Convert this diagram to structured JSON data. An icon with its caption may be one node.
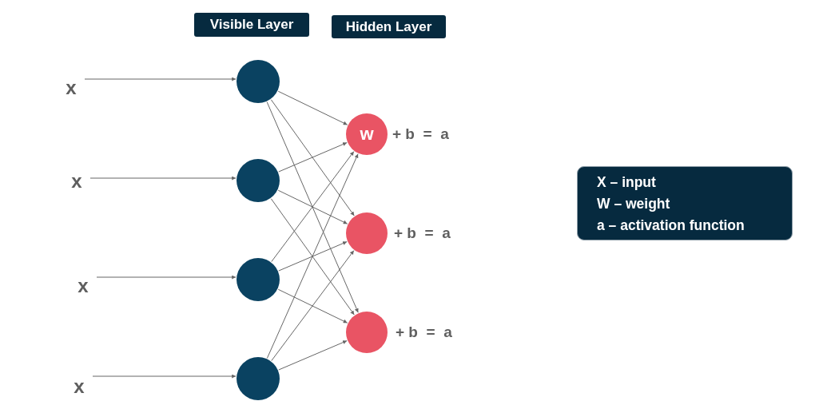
{
  "diagram": {
    "nodes": [
      {
        "text": [
          "Visible Layer"
        ]
      },
      {
        "text": [
          "Hidden Layer"
        ]
      },
      {
        "text": [
          "x"
        ]
      },
      {
        "text": [
          "x"
        ]
      },
      {
        "text": [
          "x"
        ]
      },
      {
        "text": [
          "x"
        ]
      },
      {
        "text": [],
        "shape": "circle"
      },
      {
        "text": [],
        "shape": "circle"
      },
      {
        "text": [],
        "shape": "circle"
      },
      {
        "text": [],
        "shape": "circle"
      },
      {
        "text": [
          "w"
        ],
        "beside": [
          "+ b  =  a"
        ]
      },
      {
        "text": [],
        "shape": "circle",
        "beside": [
          "+ b  =  a"
        ]
      },
      {
        "text": [],
        "shape": "circle",
        "beside": [
          "+ b  =  a"
        ]
      },
      {
        "text": [
          "X – input",
          "W – weight",
          "a – activation function"
        ]
      }
    ],
    "edges": [
      {
        "from": 2,
        "to": 6,
        "arrow": "to"
      },
      {
        "from": 3,
        "to": 7,
        "arrow": "to"
      },
      {
        "from": 4,
        "to": 8,
        "arrow": "to"
      },
      {
        "from": 5,
        "to": 9,
        "arrow": "to"
      },
      {
        "from": 6,
        "to": 10,
        "arrow": "to"
      },
      {
        "from": 6,
        "to": 11,
        "arrow": "to"
      },
      {
        "from": 6,
        "to": 12,
        "arrow": "to"
      },
      {
        "from": 7,
        "to": 10,
        "arrow": "to"
      },
      {
        "from": 7,
        "to": 11,
        "arrow": "to"
      },
      {
        "from": 7,
        "to": 12,
        "arrow": "to"
      },
      {
        "from": 8,
        "to": 10,
        "arrow": "to"
      },
      {
        "from": 8,
        "to": 11,
        "arrow": "to"
      },
      {
        "from": 8,
        "to": 12,
        "arrow": "to"
      },
      {
        "from": 9,
        "to": 10,
        "arrow": "to"
      },
      {
        "from": 9,
        "to": 11,
        "arrow": "to"
      },
      {
        "from": 9,
        "to": 12,
        "arrow": "to"
      }
    ]
  }
}
